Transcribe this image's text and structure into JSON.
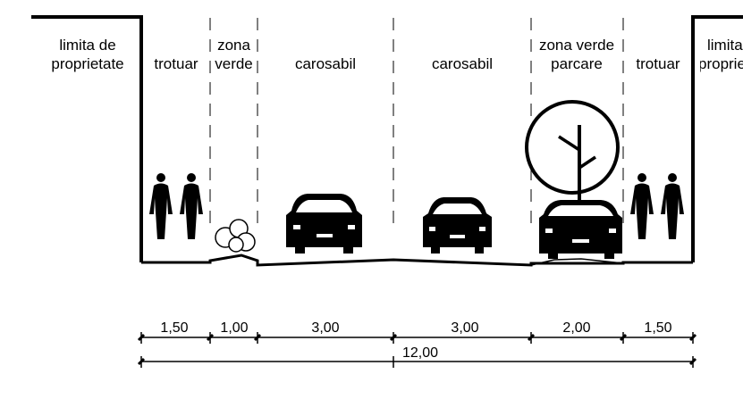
{
  "labels": {
    "property_left_1": "limita de",
    "property_left_2": "proprietate",
    "property_right_1": "limita de",
    "property_right_2": "proprietate",
    "sidewalk_left": "trotuar",
    "green_1": "zona",
    "green_2": "verde",
    "road_left": "carosabil",
    "road_right": "carosabil",
    "green_parking_1": "zona verde",
    "green_parking_2": "parcare",
    "sidewalk_right": "trotuar"
  },
  "dimensions": {
    "sidewalk_left": "1,50",
    "green": "1,00",
    "road_left": "3,00",
    "road_right": "3,00",
    "green_parking": "2,00",
    "sidewalk_right": "1,50",
    "total": "12,00"
  },
  "colors": {
    "ink": "#000000",
    "paper": "#ffffff"
  }
}
